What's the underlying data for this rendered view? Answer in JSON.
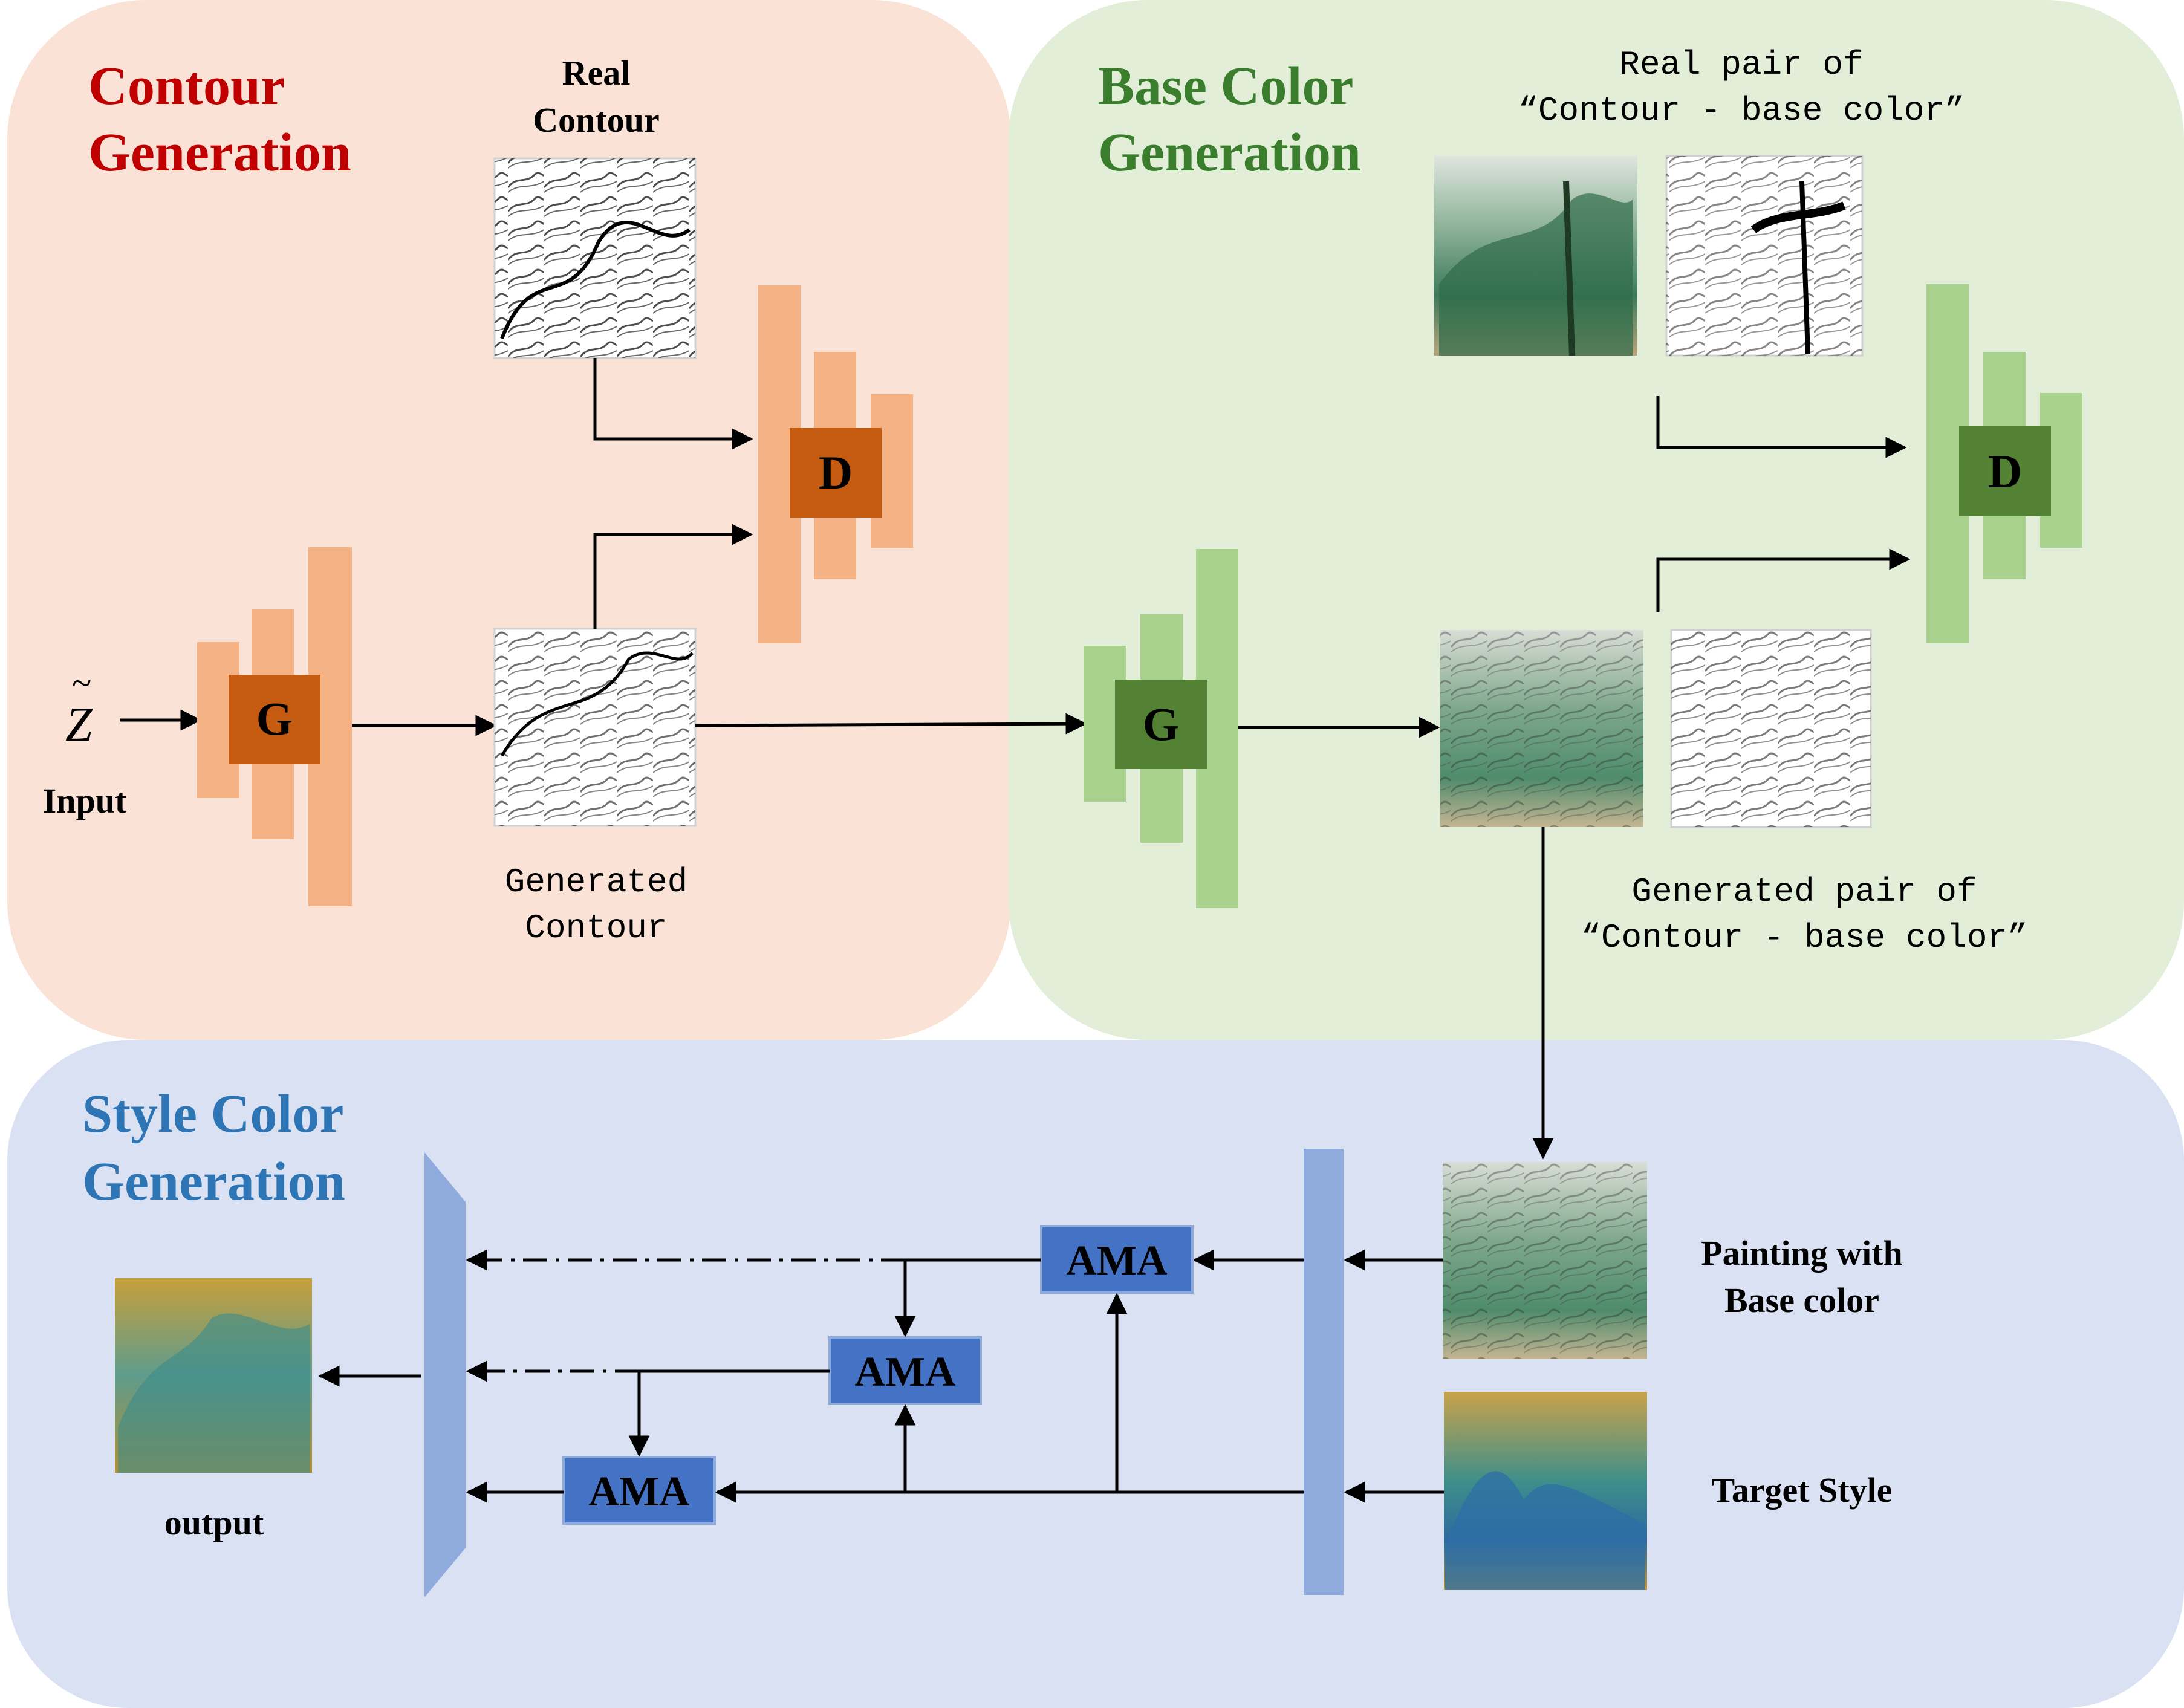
{
  "colors": {
    "contour_panel": "#fae3d6",
    "base_panel": "#e2eed8",
    "style_panel": "#d9e1f2",
    "contour_title": "#c00000",
    "base_title": "#3a7d2c",
    "style_title": "#2e75b6",
    "orange_light": "#f4b183",
    "orange_dark": "#c55a11",
    "green_light": "#a9d18e",
    "green_dark": "#548235",
    "blue_light": "#8faadc",
    "blue_box": "#4472c4",
    "ink": "#000000"
  },
  "panels": {
    "contour": {
      "title_line1": "Contour",
      "title_line2": "Generation"
    },
    "base": {
      "title_line1": "Base Color",
      "title_line2": "Generation"
    },
    "style": {
      "title_line1": "Style Color",
      "title_line2": "Generation"
    }
  },
  "labels": {
    "z_input_symbol": "Z",
    "z_tilde": "~",
    "input": "Input",
    "real_contour_line1": "Real",
    "real_contour_line2": "Contour",
    "generated_contour_line1": "Generated",
    "generated_contour_line2": "Contour",
    "real_pair_line1": "Real pair of",
    "real_pair_line2": "“Contour - base color”",
    "generated_pair_line1": "Generated pair of",
    "generated_pair_line2": "“Contour - base color”",
    "painting_base_line1": "Painting with",
    "painting_base_line2": "Base color",
    "target_style": "Target Style",
    "output": "output"
  },
  "blocks": {
    "g1": "G",
    "d1": "D",
    "g2": "G",
    "d2": "D",
    "ama_top": "AMA",
    "ama_mid": "AMA",
    "ama_bottom": "AMA"
  },
  "images": {
    "real_contour": "ink-sketch-landscape",
    "generated_contour": "ink-sketch-mountains",
    "real_pair_color": "green-mountain-painting",
    "real_pair_sketch": "pine-tree-sketch",
    "generated_pair_color": "generated-base-color-painting",
    "generated_pair_sketch": "generated-contour-sketch",
    "painting_base": "base-color-painting",
    "target_style": "blue-green-landscape-scroll",
    "output": "stylized-output-painting"
  }
}
